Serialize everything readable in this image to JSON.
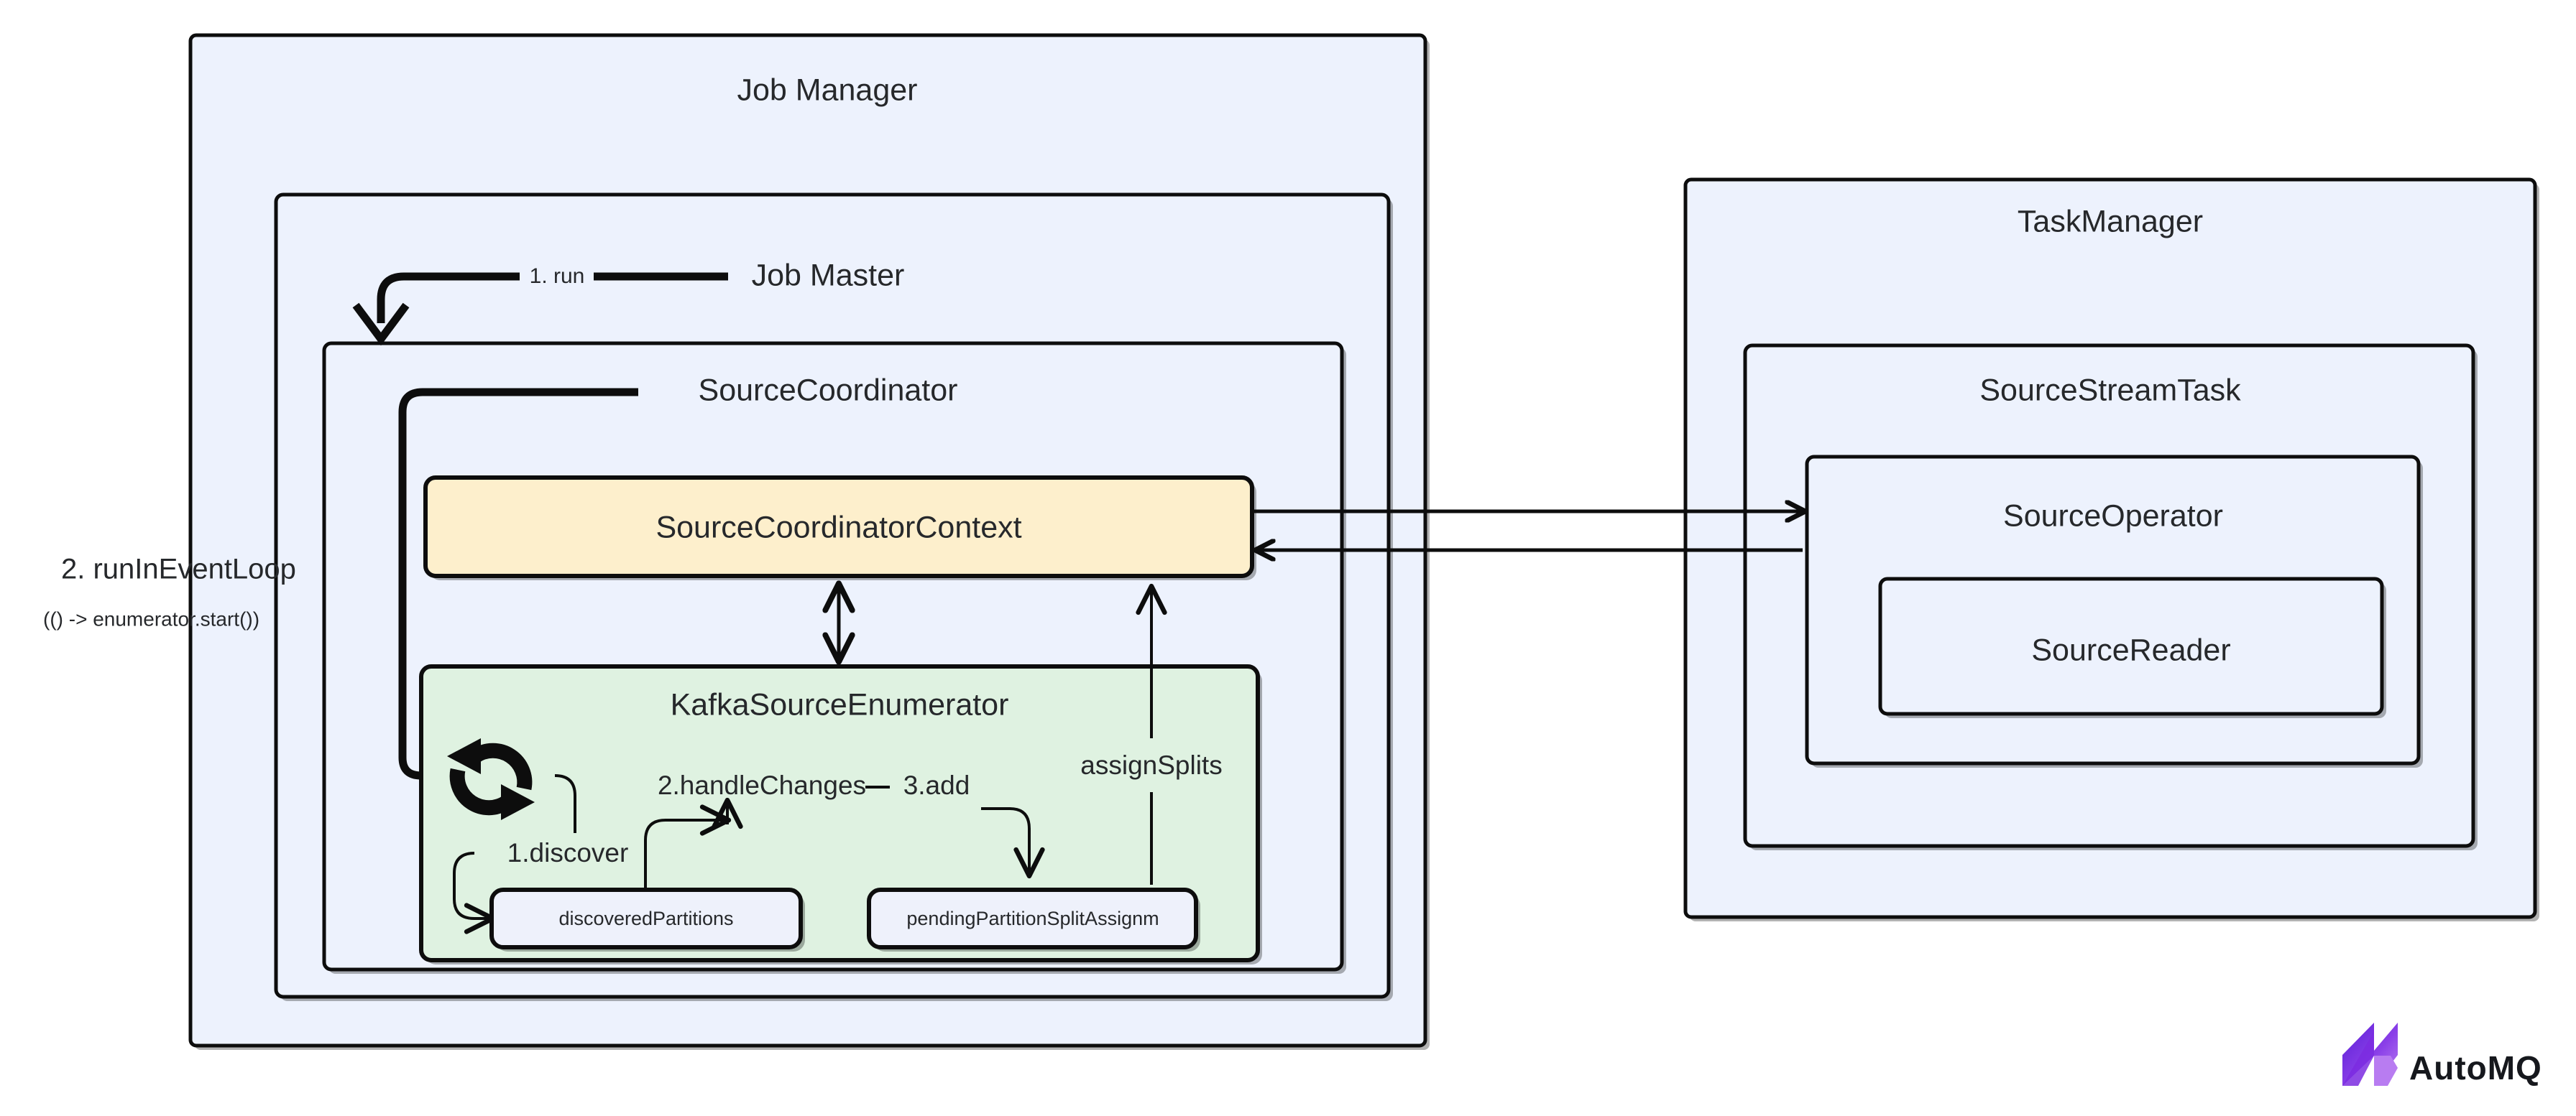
{
  "diagram": {
    "title": "Flink Kafka Source Coordination Architecture",
    "colors": {
      "panel_fill": "#EDF2FD",
      "context_fill": "#FDEFCC",
      "enumerator_fill": "#DFF2E1",
      "mini_fill": "#EEF1FB",
      "stroke": "#0D0D0D",
      "text": "#26282B",
      "logo_purple_dark": "#5A1FD6",
      "logo_purple_light": "#A96BF0",
      "logo_text": "#16181D"
    },
    "jobmanager": {
      "label": "Job Manager",
      "jobmaster": {
        "label": "Job Master"
      },
      "sourcecoordinator": {
        "label": "SourceCoordinator"
      },
      "context": {
        "label": "SourceCoordinatorContext"
      },
      "enumerator": {
        "label": "KafkaSourceEnumerator",
        "discovered": {
          "label": "discoveredPartitions"
        },
        "pending": {
          "label": "pendingPartitionSplitAssignm"
        }
      }
    },
    "taskmanager": {
      "label": "TaskManager",
      "sourcestreamtask": {
        "label": "SourceStreamTask"
      },
      "sourceoperator": {
        "label": "SourceOperator"
      },
      "sourcereader": {
        "label": "SourceReader"
      }
    },
    "edges": {
      "run": "1. run",
      "run_in_event_loop_line1": "2. runInEventLoop",
      "run_in_event_loop_line2": "(() -> enumerator.start())",
      "discover": "1.discover",
      "handle_changes": "2.handleChanges",
      "add": "3.add",
      "assign_splits": "assignSplits"
    },
    "logo": {
      "mark": "automq-m-mark",
      "text": "AutoMQ"
    }
  }
}
